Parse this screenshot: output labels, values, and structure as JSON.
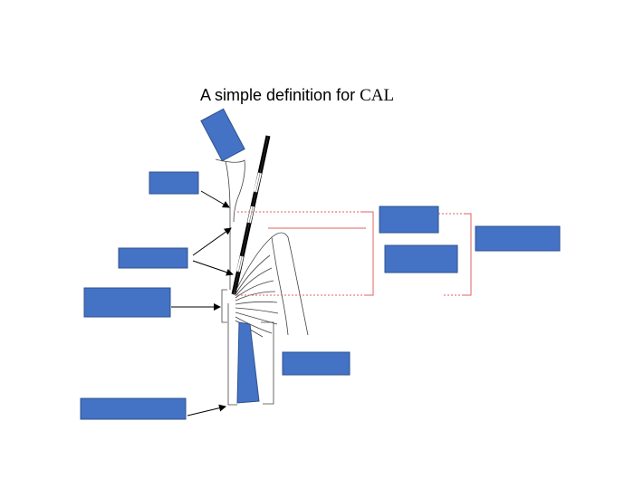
{
  "title": {
    "main": "A simple definition for ",
    "serif": "CAL"
  },
  "colors": {
    "label_box": "#4472c4",
    "tooth": "#4472c4",
    "bracket": "#e06060",
    "probe_dark": "#000000"
  },
  "label_boxes": [
    {
      "name": "label-box-upper-left",
      "text": ""
    },
    {
      "name": "label-box-mid-left",
      "text": ""
    },
    {
      "name": "label-box-junction-left",
      "text": ""
    },
    {
      "name": "label-box-bottom-left",
      "text": ""
    },
    {
      "name": "label-box-right-root",
      "text": ""
    },
    {
      "name": "label-box-bracket-upper",
      "text": ""
    },
    {
      "name": "label-box-bracket-lower",
      "text": ""
    },
    {
      "name": "label-box-bracket-outer",
      "text": ""
    },
    {
      "name": "label-box-crown-tooth",
      "text": ""
    }
  ]
}
